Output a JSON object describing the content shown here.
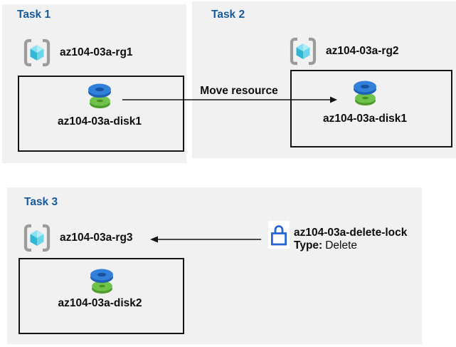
{
  "colors": {
    "panel_bg": "#f1f1f1",
    "task_label_blue": "#175a9e",
    "text": "#0d0d0d",
    "lock_blue": "#2767d2",
    "arrow": "#141414",
    "disk_blue": "#3181da",
    "disk_green": "#6fc24a",
    "cube_cyan": "#31b7d6",
    "bracket_gray": "#9b9b9b"
  },
  "icons": {
    "resource_group": "resource-group-icon",
    "disk": "disk-icon",
    "lock": "lock-icon",
    "move_arrow": "arrow-right-icon",
    "lock_arrow": "arrow-left-icon"
  },
  "tasks": [
    {
      "label": "Task 1",
      "resource_group": "az104-03a-rg1",
      "disk": "az104-03a-disk1"
    },
    {
      "label": "Task 2",
      "resource_group": "az104-03a-rg2",
      "disk": "az104-03a-disk1"
    },
    {
      "label": "Task 3",
      "resource_group": "az104-03a-rg3",
      "disk": "az104-03a-disk2"
    }
  ],
  "move_arrow": {
    "label": "Move resource"
  },
  "lock": {
    "name": "az104-03a-delete-lock",
    "type_label": "Type:",
    "type_value": "Delete"
  }
}
